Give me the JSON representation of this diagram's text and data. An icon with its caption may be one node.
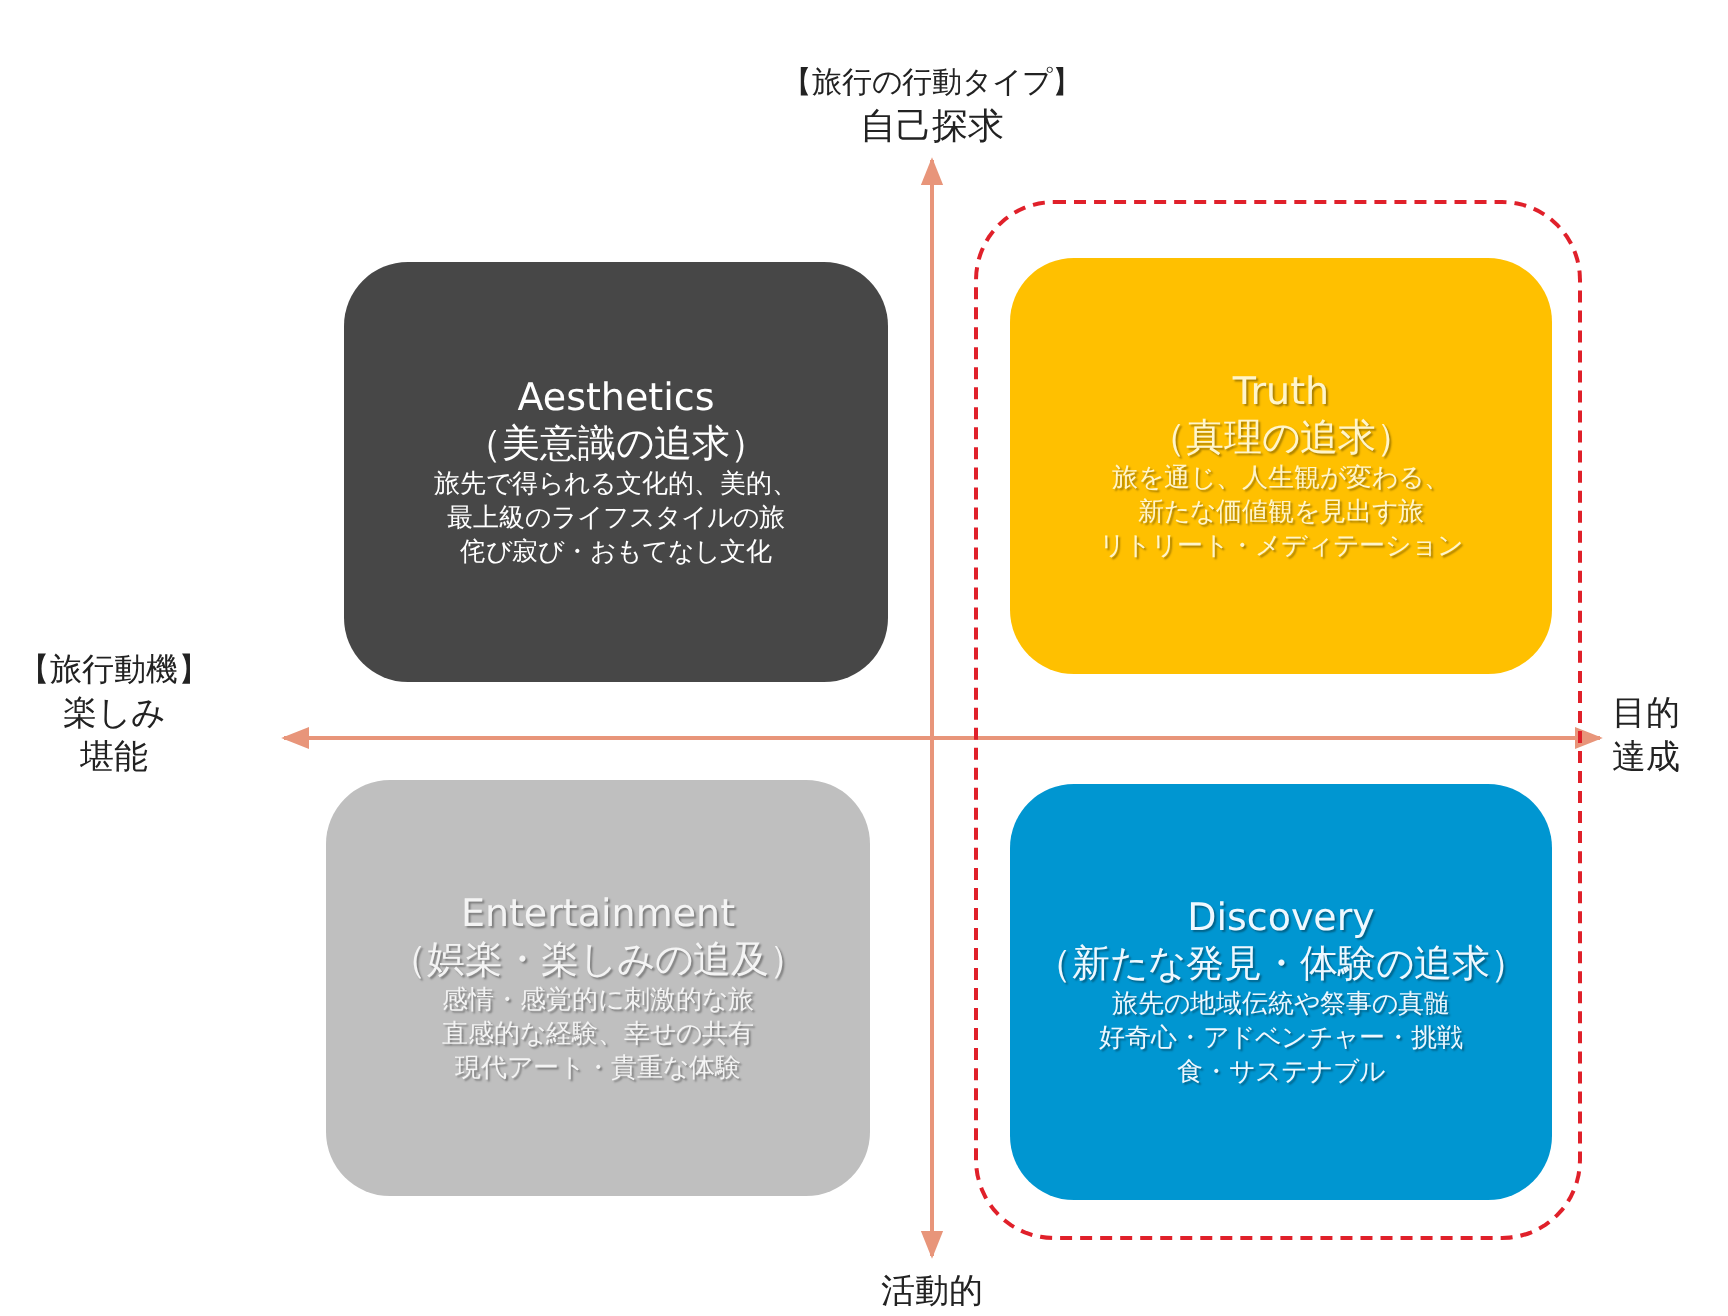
{
  "diagram": {
    "nodes": [
      {
        "text": [
          "Aesthetics",
          "（美意識の追求）",
          "旅先で得られる文化的、美的、",
          "最上級のライフスタイルの旅",
          "侘び寂び・おもてなし文化"
        ]
      },
      {
        "text": [],
        "shape": "box"
      },
      {
        "text": [
          "Truth",
          "（真理の追求）",
          "旅を通じ、人生観が変わる、",
          "新たな価値観を見出す旅",
          "リトリート・メディテーション"
        ],
        "in": 1
      },
      {
        "text": [
          "Entertainment",
          "（娯楽・楽しみの追及）",
          "感情・感覚的に刺激的な旅",
          "直感的な経験、幸せの共有",
          "現代アート・貴重な体験"
        ]
      },
      {
        "text": [
          "Discovery",
          "（新たな発見・体験の追求）",
          "旅先の地域伝統や祭事の真髄",
          "好奇心・アドベンチャー・挑戦",
          "食・サステナブル"
        ],
        "in": 1
      }
    ],
    "labels": [
      "【旅行の行動タイプ】",
      "自己探求",
      "【旅行動機】",
      "楽しみ堪能",
      "目的達成",
      "活動的"
    ]
  }
}
